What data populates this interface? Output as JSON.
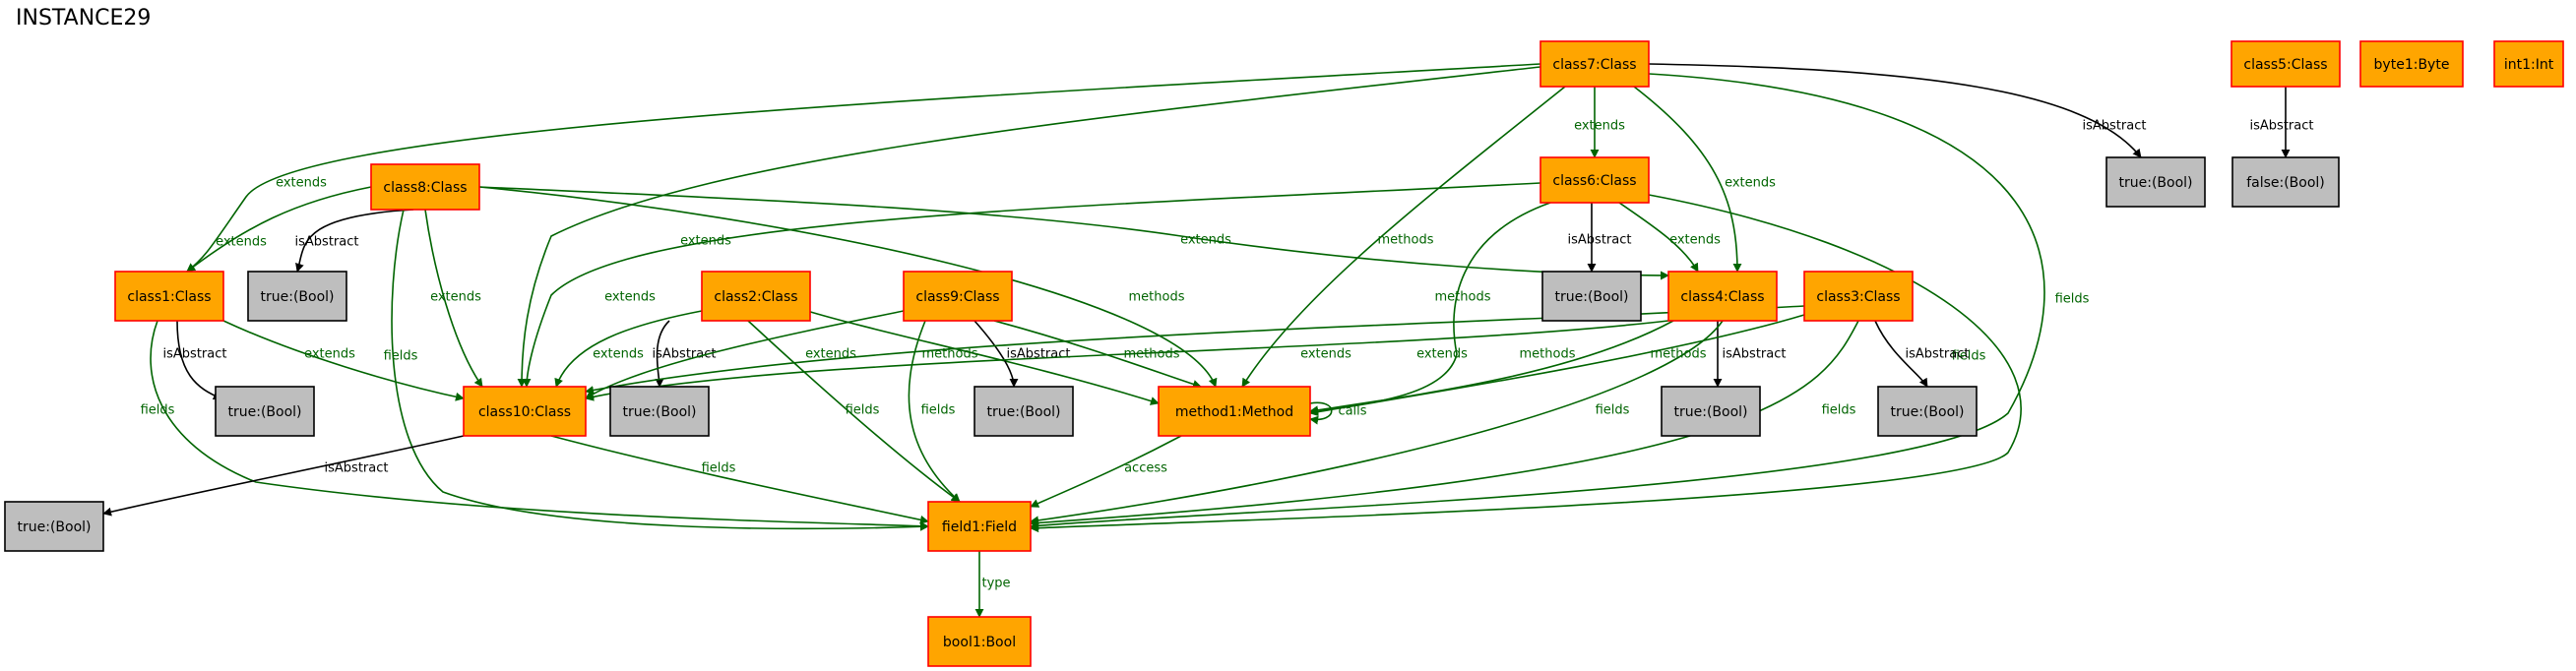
{
  "page": {
    "title": "INSTANCE29"
  },
  "colors": {
    "object_fill": "#FFA500",
    "object_stroke": "#FF0000",
    "value_fill": "#BEBEBE",
    "value_stroke": "#000000",
    "green_edge": "#006400",
    "black_edge": "#000000"
  },
  "nodes": [
    {
      "id": "class7",
      "label": "class7:Class",
      "kind": "object"
    },
    {
      "id": "class5",
      "label": "class5:Class",
      "kind": "object"
    },
    {
      "id": "byte1",
      "label": "byte1:Byte",
      "kind": "object"
    },
    {
      "id": "int1",
      "label": "int1:Int",
      "kind": "object"
    },
    {
      "id": "t_c7",
      "label": "true:(Bool)",
      "kind": "value"
    },
    {
      "id": "f_c5",
      "label": "false:(Bool)",
      "kind": "value"
    },
    {
      "id": "class8",
      "label": "class8:Class",
      "kind": "object"
    },
    {
      "id": "class6",
      "label": "class6:Class",
      "kind": "object"
    },
    {
      "id": "class1",
      "label": "class1:Class",
      "kind": "object"
    },
    {
      "id": "t_c8",
      "label": "true:(Bool)",
      "kind": "value"
    },
    {
      "id": "class2",
      "label": "class2:Class",
      "kind": "object"
    },
    {
      "id": "class9",
      "label": "class9:Class",
      "kind": "object"
    },
    {
      "id": "t_c6",
      "label": "true:(Bool)",
      "kind": "value"
    },
    {
      "id": "class4",
      "label": "class4:Class",
      "kind": "object"
    },
    {
      "id": "class3",
      "label": "class3:Class",
      "kind": "object"
    },
    {
      "id": "t_c1",
      "label": "true:(Bool)",
      "kind": "value"
    },
    {
      "id": "class10",
      "label": "class10:Class",
      "kind": "object"
    },
    {
      "id": "t_c2",
      "label": "true:(Bool)",
      "kind": "value"
    },
    {
      "id": "t_c9",
      "label": "true:(Bool)",
      "kind": "value"
    },
    {
      "id": "method1",
      "label": "method1:Method",
      "kind": "object"
    },
    {
      "id": "t_c4",
      "label": "true:(Bool)",
      "kind": "value"
    },
    {
      "id": "t_c3",
      "label": "true:(Bool)",
      "kind": "value"
    },
    {
      "id": "t_c10",
      "label": "true:(Bool)",
      "kind": "value"
    },
    {
      "id": "field1",
      "label": "field1:Field",
      "kind": "object"
    },
    {
      "id": "bool1",
      "label": "bool1:Bool",
      "kind": "object"
    }
  ],
  "edges": [
    {
      "id": "e1",
      "from": "class7",
      "to": "class6",
      "label": "extends",
      "color": "green"
    },
    {
      "id": "e2",
      "from": "class7",
      "to": "class4",
      "label": "extends",
      "color": "green"
    },
    {
      "id": "e3",
      "from": "class7",
      "to": "t_c7",
      "label": "isAbstract",
      "color": "black"
    },
    {
      "id": "e4",
      "from": "class7",
      "to": "field1",
      "label": "fields",
      "color": "green"
    },
    {
      "id": "e5",
      "from": "class7",
      "to": "class1",
      "label": "extends",
      "color": "green"
    },
    {
      "id": "e6",
      "from": "class7",
      "to": "class10",
      "label": "extends",
      "color": "green"
    },
    {
      "id": "e7",
      "from": "class7",
      "to": "method1",
      "label": "methods",
      "color": "green"
    },
    {
      "id": "e8",
      "from": "class5",
      "to": "f_c5",
      "label": "isAbstract",
      "color": "black"
    },
    {
      "id": "e9",
      "from": "class8",
      "to": "class1",
      "label": "extends",
      "color": "green"
    },
    {
      "id": "e10",
      "from": "class8",
      "to": "t_c8",
      "label": "isAbstract",
      "color": "black"
    },
    {
      "id": "e11",
      "from": "class8",
      "to": "class10",
      "label": "extends",
      "color": "green"
    },
    {
      "id": "e12",
      "from": "class8",
      "to": "field1",
      "label": "fields",
      "color": "green"
    },
    {
      "id": "e13",
      "from": "class8",
      "to": "method1",
      "label": "methods",
      "color": "green"
    },
    {
      "id": "e14",
      "from": "class8",
      "to": "class4",
      "label": "extends",
      "color": "green"
    },
    {
      "id": "e15",
      "from": "class6",
      "to": "t_c6",
      "label": "isAbstract",
      "color": "black"
    },
    {
      "id": "e16",
      "from": "class6",
      "to": "class4",
      "label": "extends",
      "color": "green"
    },
    {
      "id": "e17",
      "from": "class6",
      "to": "method1",
      "label": "methods",
      "color": "green"
    },
    {
      "id": "e18",
      "from": "class6",
      "to": "class10",
      "label": "extends",
      "color": "green"
    },
    {
      "id": "e19",
      "from": "class6",
      "to": "field1",
      "label": "fields",
      "color": "green"
    },
    {
      "id": "e20",
      "from": "class1",
      "to": "t_c1",
      "label": "isAbstract",
      "color": "black"
    },
    {
      "id": "e21",
      "from": "class1",
      "to": "class10",
      "label": "extends",
      "color": "green"
    },
    {
      "id": "e22",
      "from": "class1",
      "to": "field1",
      "label": "fields",
      "color": "green"
    },
    {
      "id": "e23",
      "from": "class2",
      "to": "class10",
      "label": "extends",
      "color": "green"
    },
    {
      "id": "e24",
      "from": "class2",
      "to": "t_c2",
      "label": "isAbstract",
      "color": "black"
    },
    {
      "id": "e25",
      "from": "class2",
      "to": "field1",
      "label": "fields",
      "color": "green"
    },
    {
      "id": "e26",
      "from": "class2",
      "to": "method1",
      "label": "methods",
      "color": "green"
    },
    {
      "id": "e27",
      "from": "class9",
      "to": "class10",
      "label": "extends",
      "color": "green"
    },
    {
      "id": "e28",
      "from": "class9",
      "to": "t_c9",
      "label": "isAbstract",
      "color": "black"
    },
    {
      "id": "e29",
      "from": "class9",
      "to": "field1",
      "label": "fields",
      "color": "green"
    },
    {
      "id": "e30",
      "from": "class9",
      "to": "method1",
      "label": "methods",
      "color": "green"
    },
    {
      "id": "e31",
      "from": "class4",
      "to": "t_c4",
      "label": "isAbstract",
      "color": "black"
    },
    {
      "id": "e32",
      "from": "class4",
      "to": "class10",
      "label": "extends",
      "color": "green"
    },
    {
      "id": "e33",
      "from": "class4",
      "to": "method1",
      "label": "methods",
      "color": "green"
    },
    {
      "id": "e34",
      "from": "class4",
      "to": "field1",
      "label": "fields",
      "color": "green"
    },
    {
      "id": "e35",
      "from": "class3",
      "to": "t_c3",
      "label": "isAbstract",
      "color": "black"
    },
    {
      "id": "e36",
      "from": "class3",
      "to": "class10",
      "label": "extends",
      "color": "green"
    },
    {
      "id": "e37",
      "from": "class3",
      "to": "method1",
      "label": "methods",
      "color": "green"
    },
    {
      "id": "e38",
      "from": "class3",
      "to": "field1",
      "label": "fields",
      "color": "green"
    },
    {
      "id": "e39",
      "from": "class10",
      "to": "t_c10",
      "label": "isAbstract",
      "color": "black"
    },
    {
      "id": "e40",
      "from": "class10",
      "to": "field1",
      "label": "fields",
      "color": "green"
    },
    {
      "id": "e41",
      "from": "method1",
      "to": "method1",
      "label": "calls",
      "color": "green"
    },
    {
      "id": "e42",
      "from": "method1",
      "to": "field1",
      "label": "access",
      "color": "green"
    },
    {
      "id": "e43",
      "from": "field1",
      "to": "bool1",
      "label": "type",
      "color": "green"
    }
  ]
}
